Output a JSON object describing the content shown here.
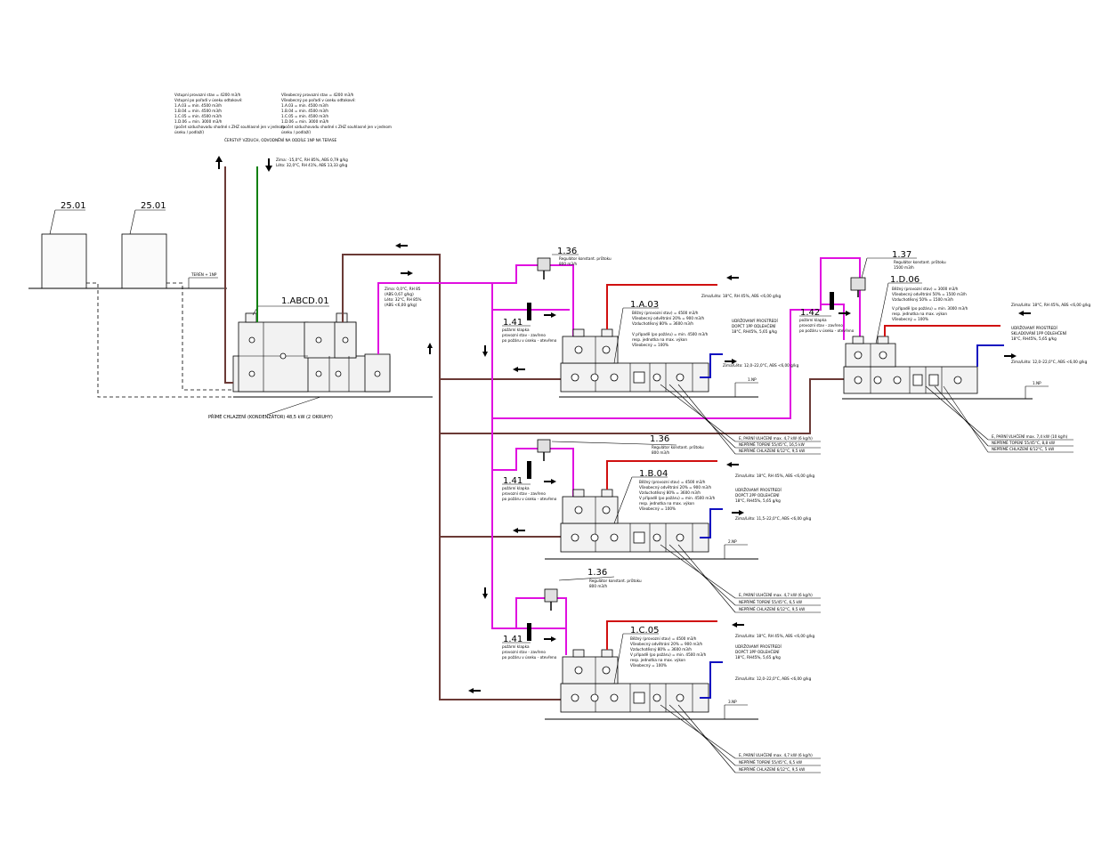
{
  "colors": {
    "exhaust_duct": "#6b3a36",
    "supply_duct": "#e010e0",
    "heating_supply": "#d01010",
    "cooling": "#1010c0",
    "fresh_air": "#108010"
  },
  "icons": [
    "arrow-icon",
    "fan-icon",
    "damper-icon",
    "regulator-icon"
  ],
  "main_unit": {
    "tag": "1.ABCD.01",
    "notes_left": [
      "Vstupní provozní stav = 4200 m3/h",
      "Vstupní po pořadí v úseku odtokové:",
      "1.A.03 = min. 4500 m3/h",
      "1.B.04 = min. 4500 m3/h",
      "1.C.05 = min. 4500 m3/h",
      "1.D.06 = min. 3000 m3/h",
      "(počet vzduchovodu shodné s ZHZ souhlasné jen v jednom",
      "úseku / podlaží)"
    ],
    "notes_right": [
      "Všeobecný provozní stav = 4200 m3/h",
      "Všeobecný po pořadí v úseku odtokové:",
      "1.A.03 = min. 4500 m3/h",
      "1.B.04 = min. 4500 m3/h",
      "1.C.05 = min. 4500 m3/h",
      "1.D.06 = min. 3000 m3/h",
      "(počet vzduchovodu shodné s ZHZ souhlasné jen v jednom",
      "úseku / podlaží)"
    ],
    "note_center": "ČERSTVÝ VZDUCH, ODVODNĚNÍ NA ODDÍLE 1NP NA TERASE",
    "climate": [
      "Zima: -15,0°C, RH 85%, ABS 0,79 g/kg",
      "Léto: 32,0°C, RH 41%, ABS 13,33 g/kg"
    ],
    "supply_climate": [
      "Zima: 0,0°C, RH 85",
      "(ABS 0,67 g/kg)",
      "Léto: 32°C, RH 85%",
      "(ABS <6,00 g/kg)"
    ],
    "footer": "PŘÍMÉ CHLAZENÍ (KONDENZÁTOR) 48,5 kW (2 OKRUHY)"
  },
  "outdoor_units": [
    {
      "tag": "25.01"
    },
    {
      "tag": "25.01"
    }
  ],
  "level_marks": {
    "terrain": "TERÉN + 1NP",
    "np1": "1.NP",
    "np2": "2.NP",
    "np3": "3.NP"
  },
  "regulators": [
    {
      "tag": "1.36",
      "text": "Regulátor konstant. průtoku",
      "flow": "800 m3/h"
    },
    {
      "tag": "1.36",
      "text": "Regulátor konstant. průtoku",
      "flow": "800 m3/h"
    },
    {
      "tag": "1.36",
      "text": "Regulátor konstant. průtoku",
      "flow": "800 m3/h"
    },
    {
      "tag": "1.37",
      "text": "Regulátor konstant. průtoku",
      "flow": "1500 m3/h"
    }
  ],
  "dampers": [
    {
      "tag": "1.41",
      "lines": [
        "požární klapka",
        "provozní stav - zavřeno",
        "po požáru v úseku - otevřeno"
      ]
    },
    {
      "tag": "1.41",
      "lines": [
        "požární klapka",
        "provozní stav - zavřeno",
        "po požáru v úseku - otevřeno"
      ]
    },
    {
      "tag": "1.41",
      "lines": [
        "požární klapka",
        "provozní stav - zavřeno",
        "po požáru v úseku - otevřeno"
      ]
    },
    {
      "tag": "1.42",
      "lines": [
        "požární klapka",
        "provozní stav - zavřeno",
        "po požáru v úseku - otevřeno"
      ]
    }
  ],
  "units": [
    {
      "tag": "1.A.03",
      "info": [
        "Běžný (provozní stav) = 4500 m3/h",
        "Všeobecný odvětrání 20% = 900 m3/h",
        "Vzduchotěsný 80% = 3600 m3/h",
        "V případě (po požáru) = min. 4500 m3/h",
        "resp. jednotka na max. výkon",
        "Všeobecný = 100%"
      ],
      "heating_note": "Zima/Léto: 18°C, RH 45%, ABS <6,00 g/kg",
      "cooling_note": "Zima/Léto: 12,0–22,0°C, ABS <6,00 g/kg",
      "lines": [
        "E, PARNÍ VLHČENÍ max. 4,7 kW (6 kg/h)",
        "NEPŘÍMÉ TOPENÍ 55/45°C, 16,5 kW",
        "NEPŘÍMÉ CHLAZENÍ 6/12°C, 9,5 kW"
      ]
    },
    {
      "tag": "1.B.04",
      "info": [
        "Běžný (provozní stav) = 4500 m3/h",
        "Všeobecný odvětrání 20% = 900 m3/h",
        "Vzduchotěsný 80% = 3600 m3/h",
        "V případě (po požáru) = min. 4500 m3/h",
        "resp. jednotka na max. výkon",
        "Všeobecný = 100%"
      ],
      "heating_note": "Zima/Léto: 18°C, RH 45%, ABS <6,00 g/kg",
      "extra_note": [
        "UDRŽOVANÝ PROSTŘEDÍ",
        "DOPČT 2PP ODLEHČENÍ",
        "18°C, RH45%, 5,65 g/kg"
      ],
      "cooling_note": "Zima/Léto: 11,5–22,0°C, ABS <6,00 g/kg",
      "lines": [
        "E, PARNÍ VLHČENÍ max. 4,7 kW (6 kg/h)",
        "NEPŘÍMÉ TOPENÍ 55/45°C, 6,5 kW",
        "NEPŘÍMÉ CHLAZENÍ 6/12°C, 9,5 kW"
      ]
    },
    {
      "tag": "1.C.05",
      "info": [
        "Běžný (provozní stav) = 4500 m3/h",
        "Všeobecný odvětrání 20% = 900 m3/h",
        "Vzduchotěsný 80% = 3600 m3/h",
        "V případě (po požáru) = min. 4500 m3/h",
        "resp. jednotka na max. výkon",
        "Všeobecný = 100%"
      ],
      "heating_note": "Zima/Léto: 18°C, RH 45%, ABS <6,00 g/kg",
      "extra_note": [
        "UDRŽOVANÝ PROSTŘEDÍ",
        "DOPČT 3PP ODLEHČENÍ",
        "18°C, RH45%, 5,65 g/kg"
      ],
      "cooling_note": "Zima/Léto: 12,0–22,0°C, ABS <6,00 g/kg",
      "lines": [
        "E, PARNÍ VLHČENÍ max. 4,7 kW (6 kg/h)",
        "NEPŘÍMÉ TOPENÍ 55/45°C, 6,5 kW",
        "NEPŘÍMÉ CHLAZENÍ 6/12°C, 9,5 kW"
      ]
    },
    {
      "tag": "1.D.06",
      "info": [
        "Běžný (provozní stav) = 3000 m3/h",
        "Všeobecný odvětrání 50% = 1500 m3/h",
        "Vzduchotěsný 50% = 1500 m3/h",
        "V případě (po požáru) = min. 3000 m3/h",
        "resp. jednotka na max. výkon",
        "Všeobecný = 100%"
      ],
      "heating_note": "Zima/Léto: 18°C, RH 45%, ABS <6,00 g/kg",
      "extra_note": [
        "UDRŽOVANÝ PROSTŘEDÍ",
        "SKLADOVÁNÍ 1PP ODLEHČENÍ",
        "18°C, RH45%, 5,65 g/kg"
      ],
      "cooling_note": "Zima/Léto: 12,0–22,0°C, ABS <6,00 g/kg",
      "lines": [
        "E, PARNÍ VLHČENÍ max. 7,4 kW (10 kg/h)",
        "NEPŘÍMÉ TOPENÍ 55/45°C, 8,8 kW",
        "NEPŘÍMÉ CHLAZENÍ 6/12°C, 5 kW"
      ]
    }
  ],
  "unit_a_extra": [
    "UDRŽOVANÝ PROSTŘEDÍ",
    "DOPČT 1PP ODLEHČENÍ",
    "18°C, RH45%, 5,65 g/kg"
  ]
}
